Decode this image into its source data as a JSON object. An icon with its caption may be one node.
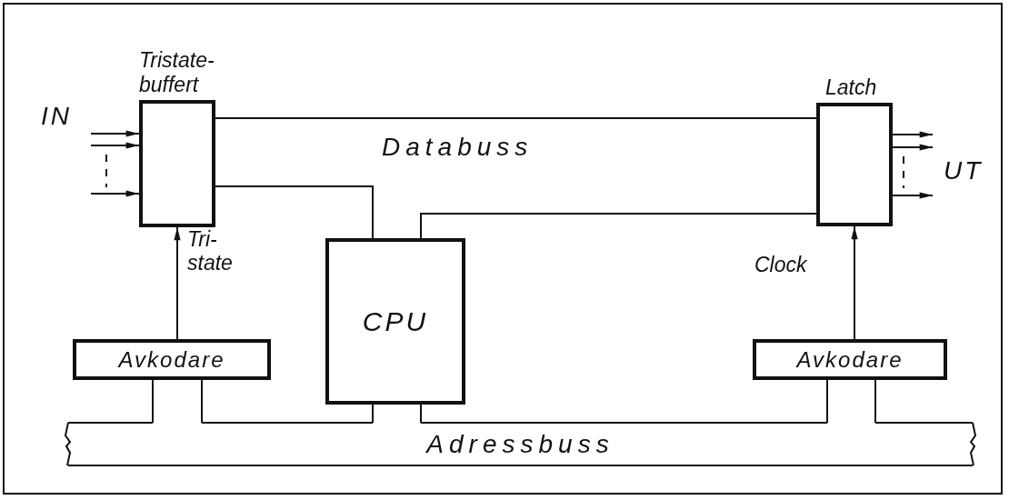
{
  "diagram": {
    "nodes": [
      {
        "text": [
          "Tristate- buffert"
        ]
      },
      {
        "text": [
          "Latch"
        ]
      },
      {
        "text": [
          "CPU"
        ]
      },
      {
        "text": [
          "Avkodare"
        ]
      },
      {
        "text": [
          "Avkodare"
        ]
      },
      {
        "text": [
          "Adressbuss"
        ]
      }
    ],
    "edges": [
      {
        "from": 0,
        "to": 1,
        "arrow": "none"
      },
      {
        "from": 0,
        "to": 2,
        "arrow": "none"
      },
      {
        "from": 2,
        "to": 1,
        "arrow": "none"
      },
      {
        "from": 3,
        "to": 0,
        "arrow": "to",
        "label": "Tri- state"
      },
      {
        "from": 4,
        "to": 1,
        "arrow": "to",
        "label": "Clock"
      },
      {
        "from": 3,
        "to": 5,
        "arrow": "none"
      },
      {
        "from": 3,
        "to": 5,
        "arrow": "none"
      },
      {
        "from": 2,
        "to": 5,
        "arrow": "none"
      },
      {
        "from": 2,
        "to": 5,
        "arrow": "none"
      },
      {
        "from": 4,
        "to": 5,
        "arrow": "none"
      },
      {
        "from": 4,
        "to": 5,
        "arrow": "none"
      },
      {
        "from": null,
        "to": 0,
        "arrow": "to"
      },
      {
        "from": null,
        "to": 0,
        "arrow": "to"
      },
      {
        "from": null,
        "to": 0,
        "arrow": "to"
      },
      {
        "from": 1,
        "to": null,
        "arrow": "to"
      },
      {
        "from": 1,
        "to": null,
        "arrow": "to"
      },
      {
        "from": 1,
        "to": null,
        "arrow": "to"
      }
    ],
    "labels": [
      "IN",
      "Databuss",
      "UT"
    ]
  }
}
